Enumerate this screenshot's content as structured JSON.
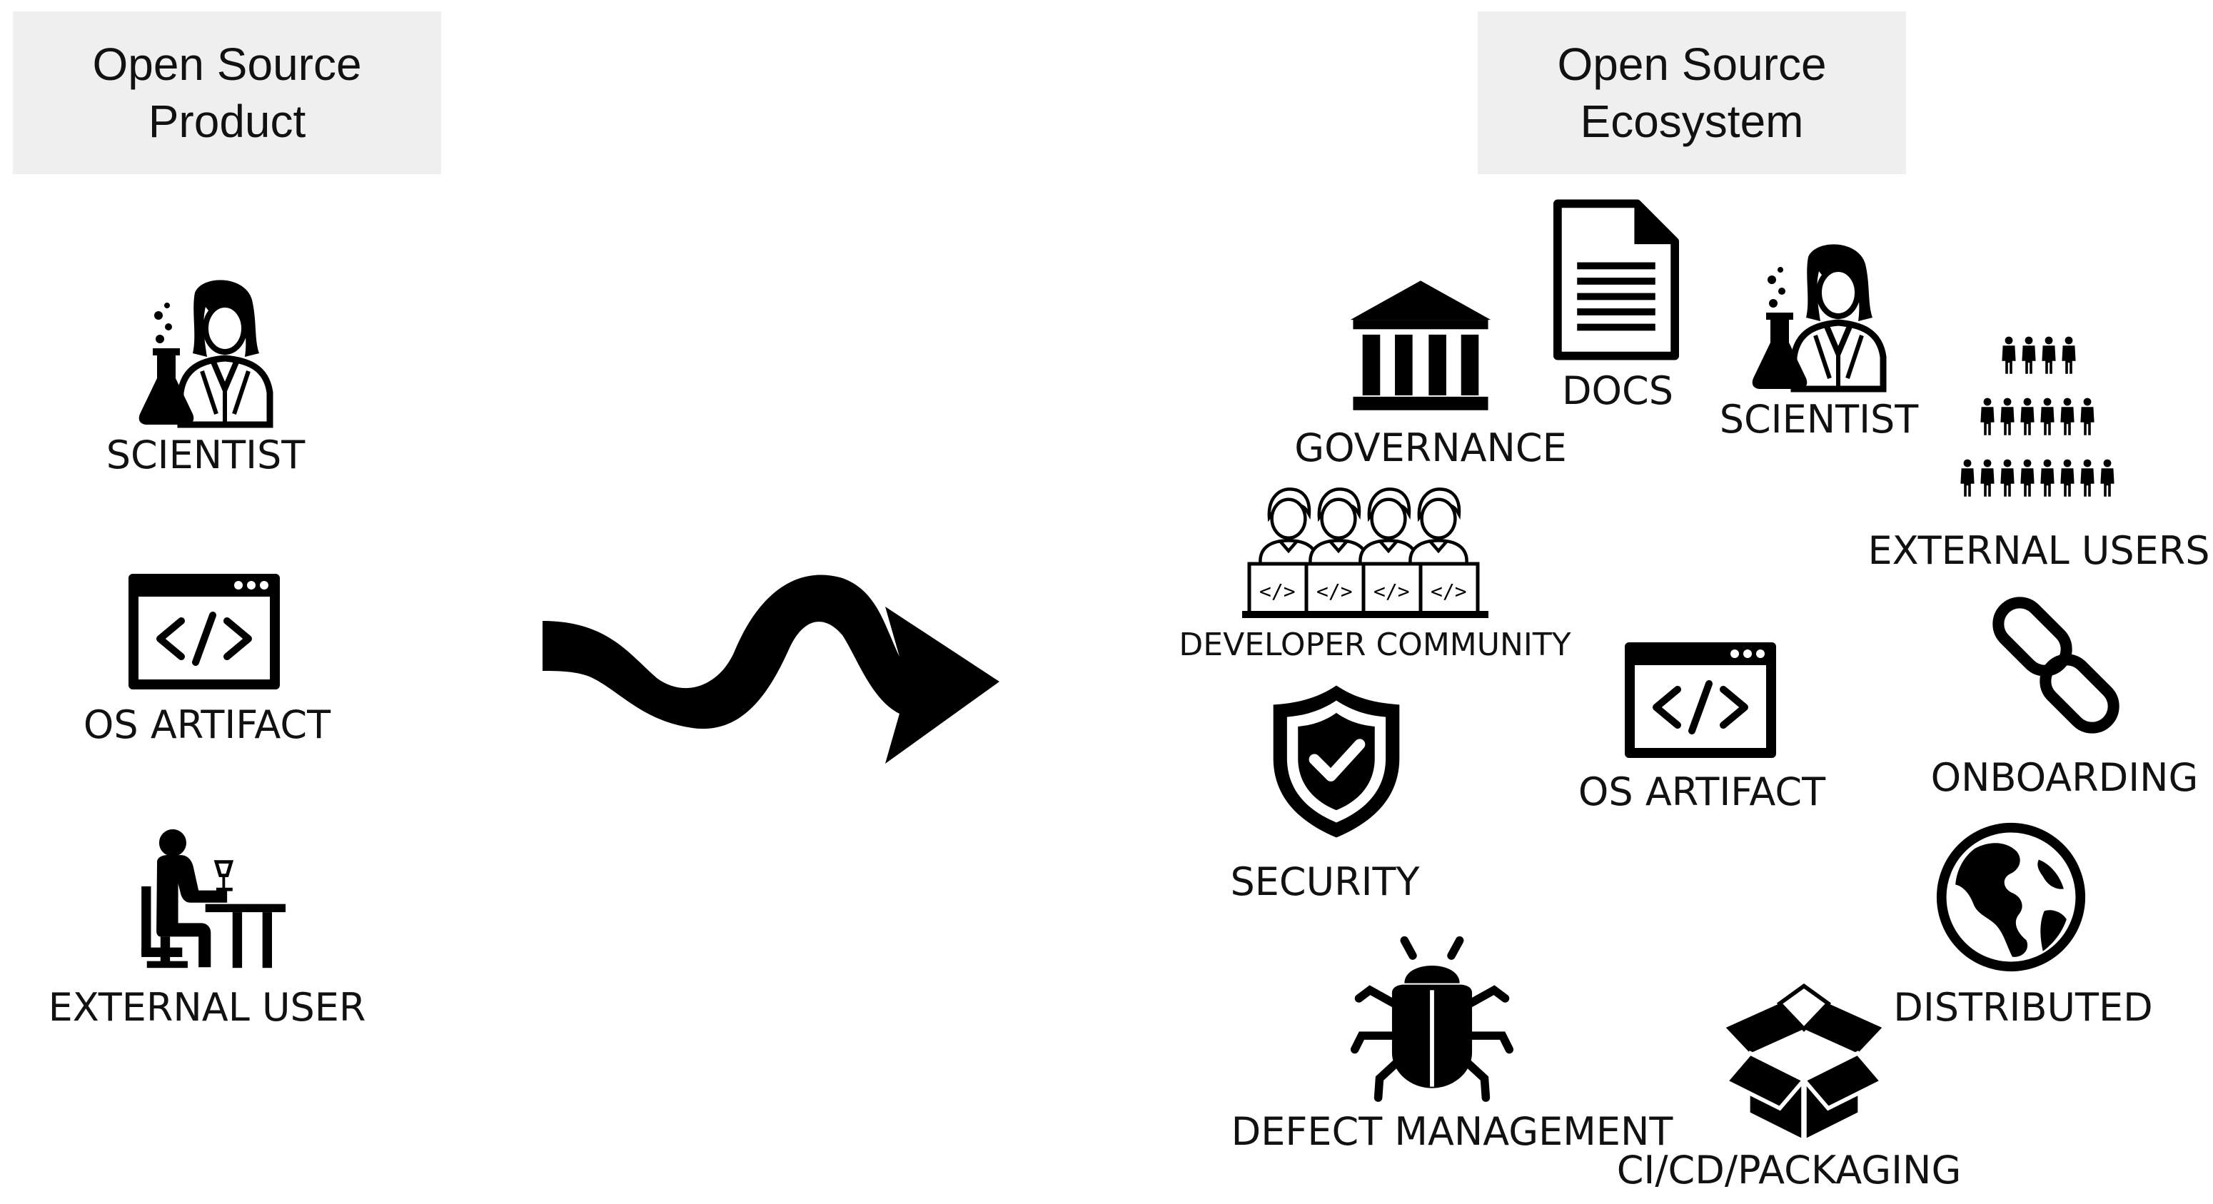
{
  "left_header": {
    "line1": "Open Source",
    "line2": "Product"
  },
  "right_header": {
    "line1": "Open Source",
    "line2": "Ecosystem"
  },
  "left_items": {
    "scientist": "SCIENTIST",
    "os_artifact": "OS ARTIFACT",
    "external_user": "EXTERNAL USER"
  },
  "right_items": {
    "governance": "GOVERNANCE",
    "docs": "DOCS",
    "scientist": "SCIENTIST",
    "external_users": "EXTERNAL USERS",
    "developer_community": "DEVELOPER COMMUNITY",
    "os_artifact": "OS ARTIFACT",
    "onboarding": "ONBOARDING",
    "security": "SECURITY",
    "distributed": "DISTRIBUTED",
    "defect_management": "DEFECT MANAGEMENT",
    "cicd_packaging": "CI/CD/PACKAGING"
  },
  "icons": {
    "transition": "wavy-arrow-icon",
    "scientist": "scientist-icon",
    "os_artifact": "code-window-icon",
    "external_user": "desk-user-icon",
    "governance": "institution-icon",
    "docs": "document-icon",
    "external_users": "crowd-icon",
    "developer_community": "developers-icon",
    "onboarding": "chain-link-icon",
    "security": "shield-check-icon",
    "distributed": "globe-icon",
    "defect_management": "bug-icon",
    "cicd_packaging": "open-box-icon"
  }
}
